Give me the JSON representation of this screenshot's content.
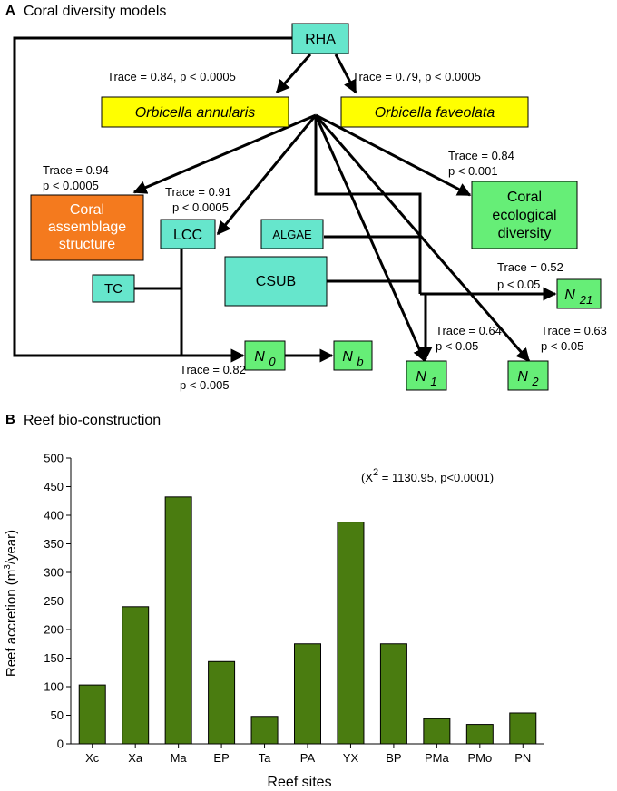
{
  "panel_a": {
    "letter": "A",
    "title": "Coral diversity models",
    "nodes": {
      "rha": "RHA",
      "orbicella_annularis": "Orbicella annularis",
      "orbicella_faveolata": "Orbicella faveolata",
      "coral_assemblage": [
        "Coral",
        "assemblage",
        "structure"
      ],
      "lcc": "LCC",
      "tc": "TC",
      "algae": "ALGAE",
      "csub": "CSUB",
      "coral_ecological": [
        "Coral",
        "ecological",
        "diversity"
      ],
      "n0": {
        "base": "N",
        "sub": "0"
      },
      "nb": {
        "base": "N",
        "sub": "b"
      },
      "n1": {
        "base": "N",
        "sub": "1"
      },
      "n2": {
        "base": "N",
        "sub": "2"
      },
      "n21": {
        "base": "N",
        "sub": "21"
      }
    },
    "labels": {
      "rha_to_annularis": "Trace = 0.84, p < 0.0005",
      "rha_to_faveolata": "Trace = 0.79, p < 0.0005",
      "assemblage_trace": "Trace = 0.94",
      "assemblage_p": "p < 0.0005",
      "lcc_trace": "Trace = 0.91",
      "lcc_p": "p < 0.0005",
      "ecological_trace": "Trace = 0.84",
      "ecological_p": "p < 0.001",
      "n21_trace": "Trace = 0.52",
      "n21_p": "p < 0.05",
      "n1_trace": "Trace = 0.64",
      "n1_p": "p < 0.05",
      "n2_trace": "Trace = 0.63",
      "n2_p": "p < 0.05",
      "n0_trace": "Trace = 0.82",
      "n0_p": "p < 0.005"
    },
    "colors": {
      "yellow": "#ffff00",
      "cyan": "#66e6cc",
      "green": "#66ee77",
      "orange": "#f47a1e"
    }
  },
  "panel_b": {
    "letter": "B",
    "title": "Reef bio-construction",
    "chart_data": {
      "type": "bar",
      "categories": [
        "Xc",
        "Xa",
        "Ma",
        "EP",
        "Ta",
        "PA",
        "YX",
        "BP",
        "PMa",
        "PMo",
        "PN"
      ],
      "values": [
        103,
        240,
        432,
        144,
        48,
        175,
        388,
        175,
        44,
        34,
        54
      ],
      "xlabel": "Reef sites",
      "ylabel_pre": "Reef accretion (m",
      "ylabel_sup": "3",
      "ylabel_post": "/year)",
      "ylim": [
        0,
        500
      ],
      "yticks": [
        0,
        50,
        100,
        150,
        200,
        250,
        300,
        350,
        400,
        450,
        500
      ],
      "annotation_pre": "(X",
      "annotation_sup": "2",
      "annotation_post": " = 1130.95, p<0.0001)",
      "bar_color": "#4a7c10"
    }
  }
}
